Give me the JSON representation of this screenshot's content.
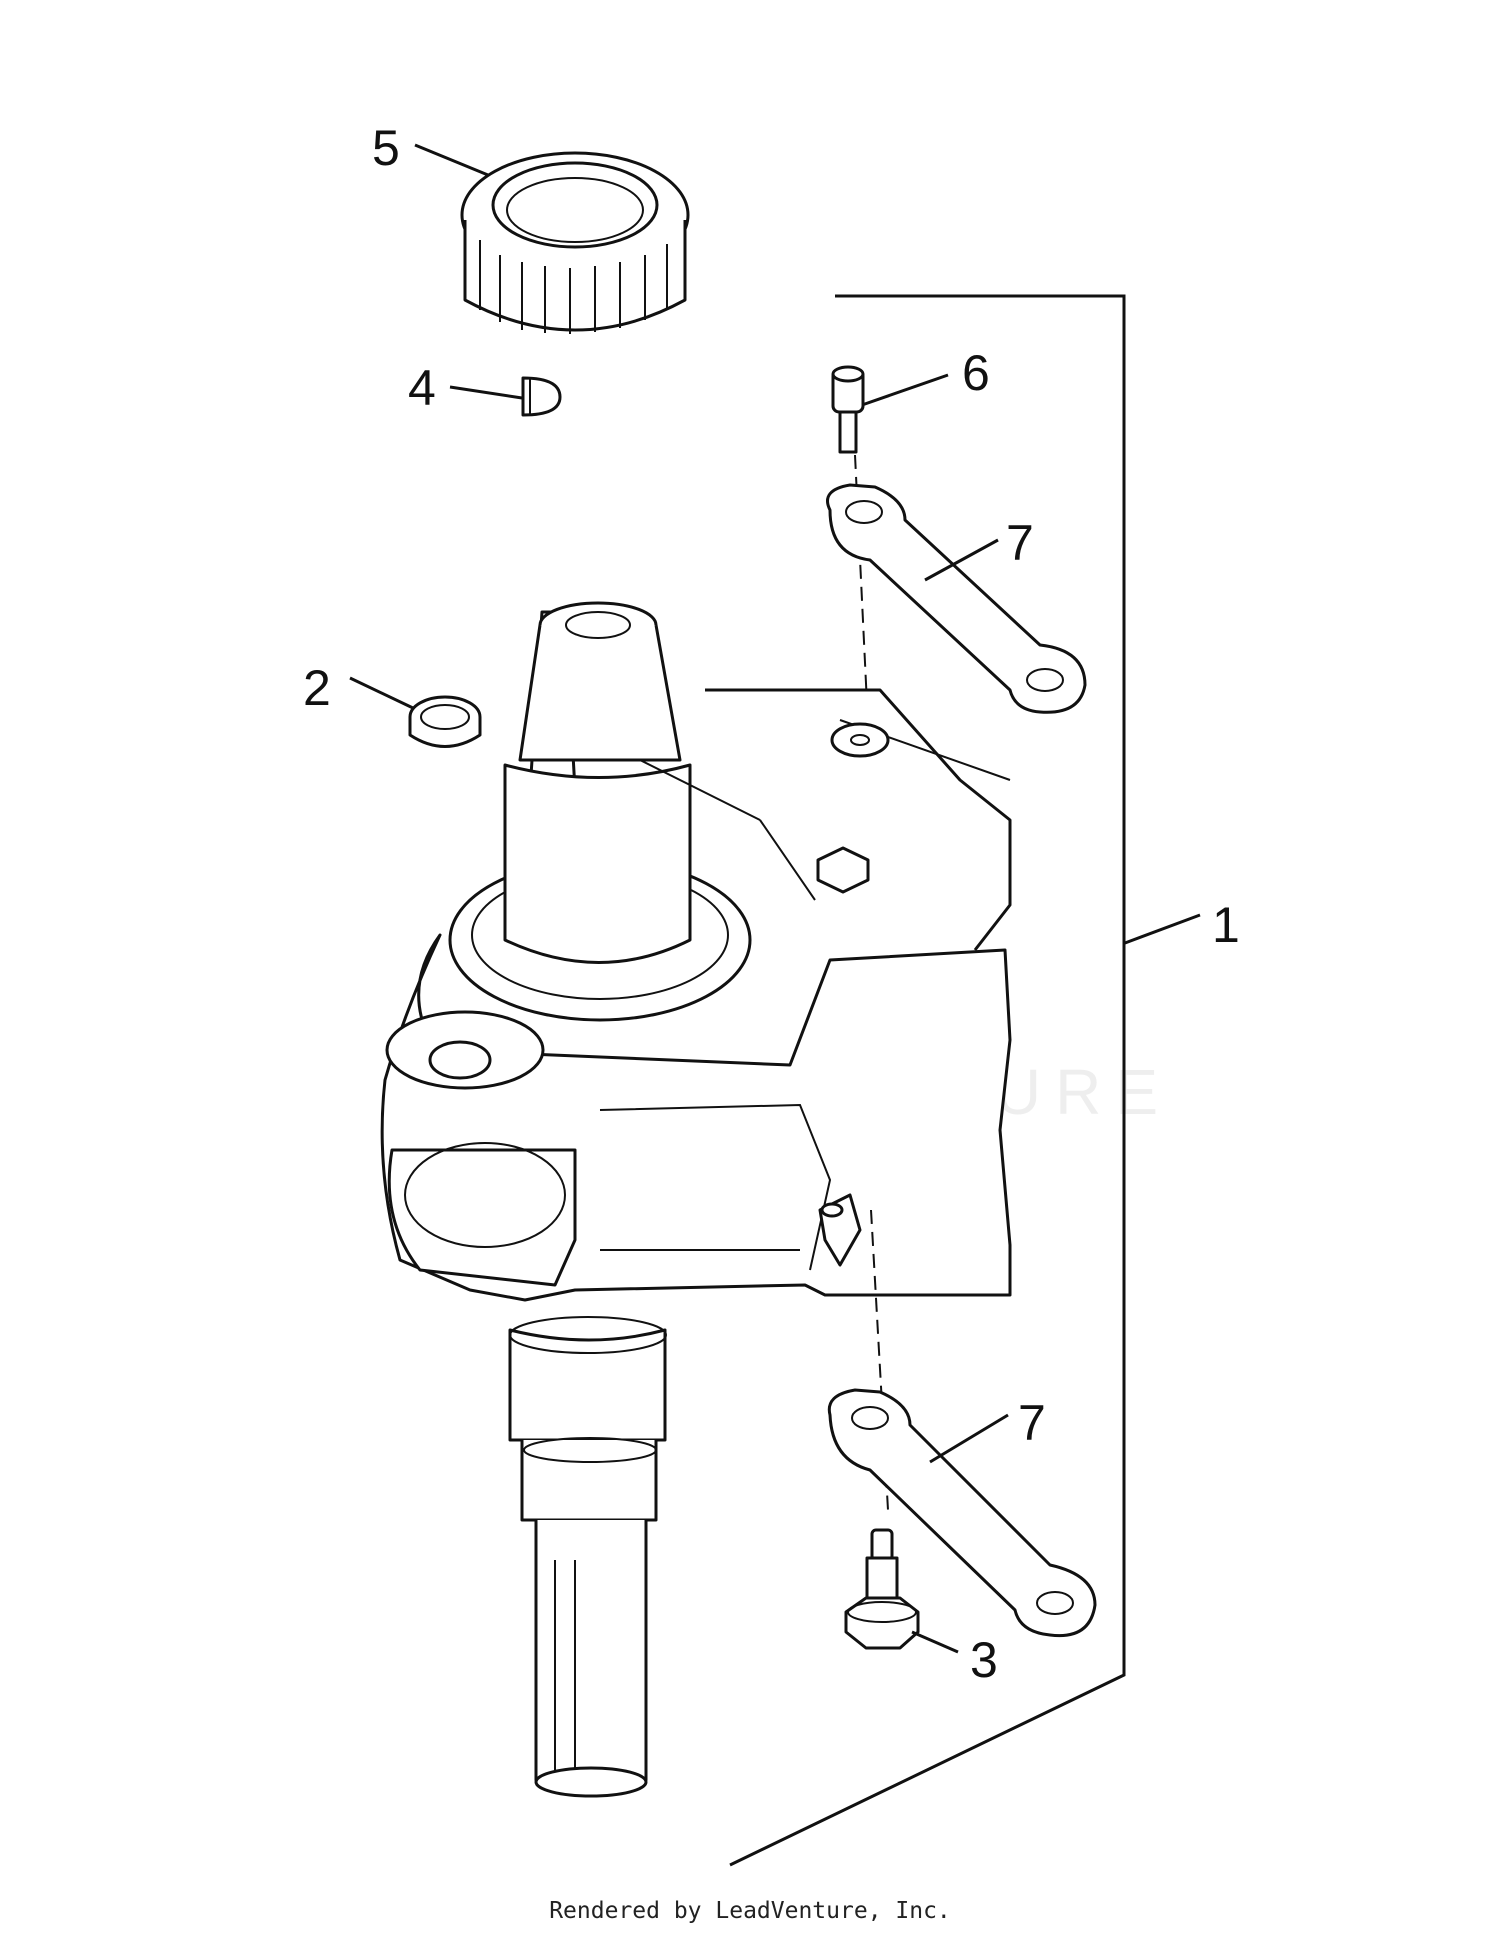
{
  "callouts": [
    {
      "id": "1",
      "label": "1"
    },
    {
      "id": "2",
      "label": "2"
    },
    {
      "id": "3",
      "label": "3"
    },
    {
      "id": "4",
      "label": "4"
    },
    {
      "id": "5",
      "label": "5"
    },
    {
      "id": "6",
      "label": "6"
    },
    {
      "id": "7a",
      "label": "7"
    },
    {
      "id": "7b",
      "label": "7"
    }
  ],
  "watermark": "LEADVENTURE",
  "footer": "Rendered by LeadVenture, Inc."
}
